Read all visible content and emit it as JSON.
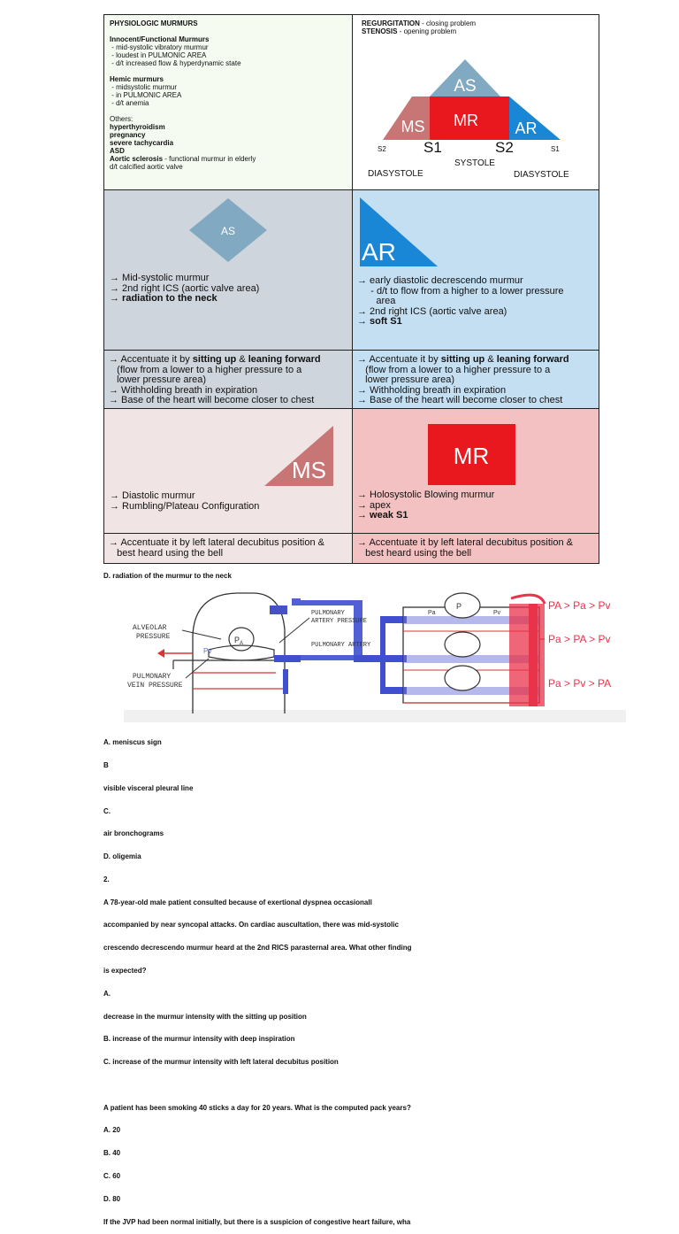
{
  "physiologic": {
    "title": "PHYSIOLOGIC MURMURS",
    "innocent_title": "Innocent/Functional Murmurs",
    "innocent_items": [
      " - mid-systolic vibratory murmur",
      " - loudest in PULMONIC AREA",
      " - d/t increased flow & hyperdynamic state"
    ],
    "hemic_title": "Hemic murmurs",
    "hemic_items": [
      " - midsystolic murmur",
      " - in PULMONIC AREA",
      " - d/t anemia"
    ],
    "others_label": "Others:",
    "others_bold": [
      "hyperthyroidism",
      "pregnancy",
      "severe tachycardia",
      "ASD"
    ],
    "sclerosis_label": "Aortic sclerosis",
    "sclerosis_text": " - functional murmur in elderly",
    "sclerosis_cause": "d/t calcified aortic valve"
  },
  "legend": {
    "regurg_label": "REGURGITATION",
    "regurg_text": " - closing problem",
    "stenosis_label": "STENOSIS",
    "stenosis_text": " - opening problem",
    "as": "AS",
    "ms": "MS",
    "mr": "MR",
    "ar": "AR",
    "s2_left": "S2",
    "s1_big": "S1",
    "s2_big": "S2",
    "s1_right": "S1",
    "systole": "SYSTOLE",
    "diastole_left": "DIASYSTOLE",
    "diastole_right": "DIASYSTOLE"
  },
  "as_cell": {
    "shape_label": "AS",
    "lines": [
      "→ Mid-systolic murmur",
      "→ 2nd right ICS (aortic valve area)"
    ],
    "bold_line": "→ radiation to the neck",
    "accent": "→ Accentuate it by ",
    "accent_b1": "sitting up",
    "accent_mid": " & ",
    "accent_b2": "leaning forward",
    "accent_lines": [
      "   (flow from a lower to a higher pressure to a",
      "   lower pressure area)",
      "→ Withholding breath in expiration",
      "→ Base of the heart will become closer to chest"
    ]
  },
  "ar_cell": {
    "shape_label": "AR",
    "lines": [
      "→ early diastolic decrescendo murmur",
      "     - d/t to flow from a higher to a lower pressure",
      "       area",
      "→ 2nd right ICS (aortic valve area)"
    ],
    "bold_line": "→ soft S1",
    "accent": "→ Accentuate it by ",
    "accent_b1": "sitting up",
    "accent_mid": " & ",
    "accent_b2": "leaning forward",
    "accent_lines": [
      "   (flow from a lower to a higher pressure to a",
      "   lower pressure area)",
      "→ Withholding breath in expiration",
      "→ Base of the heart will become closer to chest"
    ]
  },
  "ms_cell": {
    "shape_label": "MS",
    "lines": [
      "→ Diastolic murmur",
      "→ Rumbling/Plateau Configuration"
    ],
    "accent_lines": [
      "→ Accentuate it by left lateral decubitus position &",
      "   best heard using the bell"
    ]
  },
  "mr_cell": {
    "shape_label": "MR",
    "lines": [
      "→ Holosystolic Blowing murmur",
      "→ apex"
    ],
    "bold_line": "→ weak S1",
    "accent_lines": [
      "→ Accentuate it by left lateral decubitus position &",
      "   best heard using the bell"
    ]
  },
  "answer_line": "D. radiation of the murmur to the neck",
  "diagram": {
    "alveolar": [
      "ALVEOLAR",
      "PRESSURE"
    ],
    "pulm_vein": [
      "PULMONARY",
      "VEIN PRESSURE"
    ],
    "pulm_art_pressure": [
      "PULMONARY",
      "ARTERY PRESSURE"
    ],
    "pulm_artery": "PULMONARY ARTERY",
    "pa": "P",
    "pa_sub": "A",
    "pa_small": "Pa",
    "pv": "Pv",
    "rel1": "PA > Pa > Pv",
    "rel2": "Pa > PA > Pv",
    "rel3": "Pa > Pv > PA"
  },
  "question_lines": [
    "A. meniscus sign",
    "B",
    "visible visceral pleural line",
    "C.",
    "air bronchograms",
    "D. oligemia",
    "2.",
    "A 78-year-old male patient consulted because of exertional dyspnea occasionall",
    "accompanied by near syncopal attacks. On cardiac auscultation, there was mid-systolic",
    "crescendo decrescendo murmur heard at the 2nd RICS parasternal area. What other finding",
    "is expected?",
    "A.",
    "decrease in the murmur intensity with the sitting up position",
    "B. increase of the murmur intensity with deep inspiration",
    "C. increase of the murmur intensity with left lateral decubitus position",
    "",
    "A patient has been smoking 40 sticks a day for 20 years. What is the computed pack years?",
    "A. 20",
    "B. 40",
    "C. 60",
    "D. 80",
    "If the JVP had been normal initially, but there is a suspicion of congestive heart failure, wha"
  ],
  "colors": {
    "physiologic_bg": "#f6fbf1",
    "as_bg": "#cfd5dc",
    "ar_bg": "#c5dff2",
    "ms_bg": "#f1e4e4",
    "mr_bg": "#f3c1c1",
    "as_shape": "#82a9c2",
    "ar_shape": "#1a86d6",
    "ms_shape": "#c77675",
    "mr_shape": "#e8181e"
  }
}
